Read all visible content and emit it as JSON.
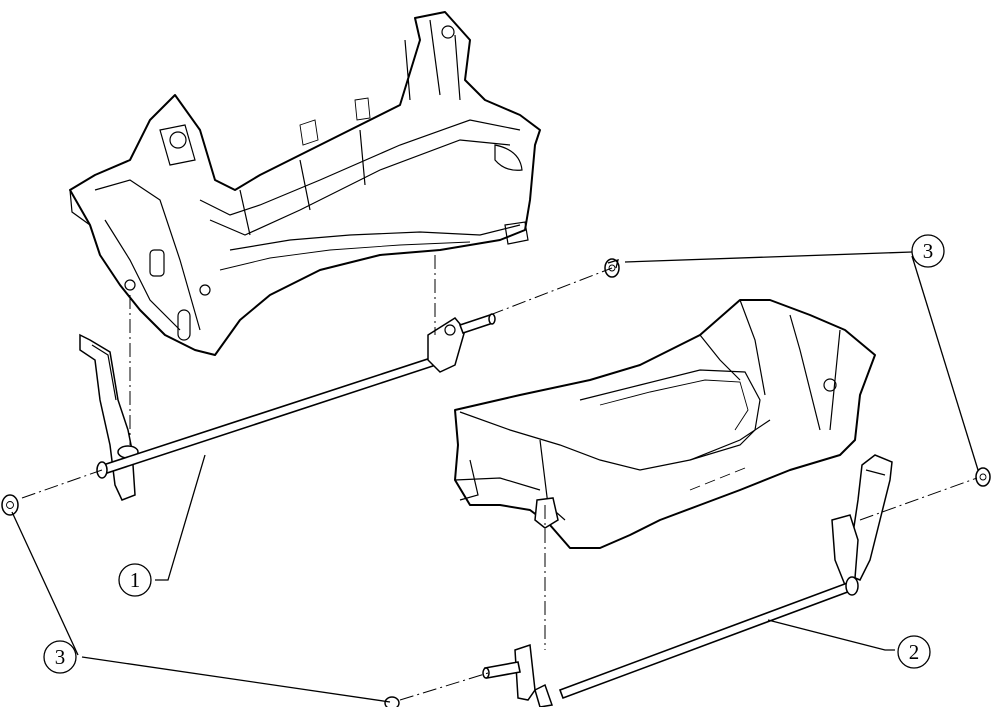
{
  "callouts": [
    {
      "label": "1"
    },
    {
      "label": "2"
    },
    {
      "label": "3"
    },
    {
      "label": "3"
    }
  ],
  "colors": {
    "line": "#000000",
    "background": "#ffffff"
  }
}
